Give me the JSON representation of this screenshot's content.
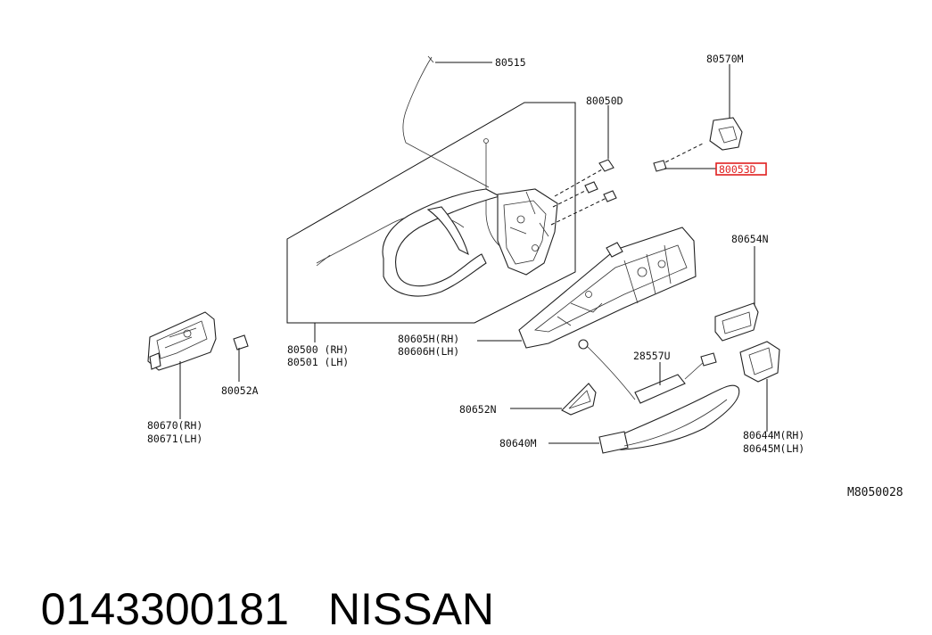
{
  "diagram": {
    "drawing_code": "M8050028",
    "callouts": {
      "p80515": "80515",
      "p80570m": "80570M",
      "p80050d": "80050D",
      "p80053d": "80053D",
      "p80654n": "80654N",
      "p80500": "80500 (RH)",
      "p80501": "80501 (LH)",
      "p80605h": "80605H(RH)",
      "p80606h": "80606H(LH)",
      "p28557u": "28557U",
      "p80052a": "80052A",
      "p80670": "80670(RH)",
      "p80671": "80671(LH)",
      "p80652n": "80652N",
      "p80640m": "80640M",
      "p80644m": "80644M(RH)",
      "p80645m": "80645M(LH)"
    },
    "highlight_color": "#e02020"
  },
  "footer": {
    "part_number": "0143300181",
    "brand": "NISSAN"
  }
}
